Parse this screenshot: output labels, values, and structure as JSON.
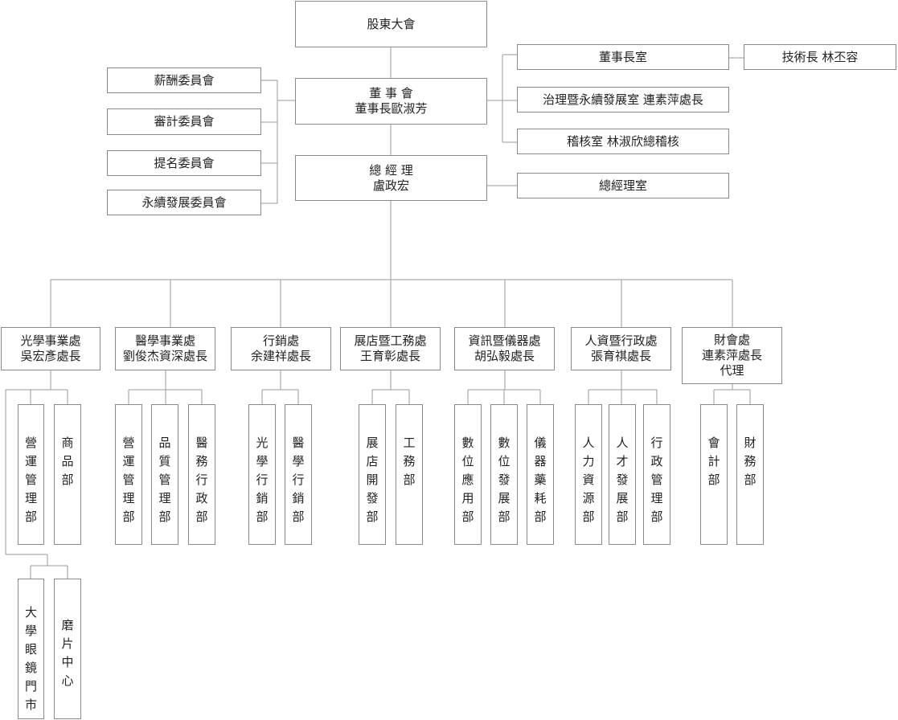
{
  "top": {
    "shareholders": "股東大會"
  },
  "board": {
    "line1": "董 事 會",
    "line2": "董事長歐淑芳"
  },
  "committees": [
    "薪酬委員會",
    "審計委員會",
    "提名委員會",
    "永續發展委員會"
  ],
  "board_offices": {
    "chairman_office": "董事長室",
    "cto": "技術長 林丕容",
    "governance": "治理暨永續發展室 連素萍處長",
    "audit": "稽核室 林淑欣總稽核"
  },
  "gm": {
    "line1": "總 經 理",
    "line2": "盧政宏"
  },
  "gm_office": "總經理室",
  "divisions": [
    {
      "name": "光學事業處",
      "head": "吳宏彥處長",
      "head2": "",
      "depts": [
        "營運管理部",
        "商品部"
      ]
    },
    {
      "name": "醫學事業處",
      "head": "劉俊杰資深處長",
      "head2": "",
      "depts": [
        "營運管理部",
        "品質管理部",
        "醫務行政部"
      ]
    },
    {
      "name": "行銷處",
      "head": "余建祥處長",
      "head2": "",
      "depts": [
        "光學行銷部",
        "醫學行銷部"
      ]
    },
    {
      "name": "展店暨工務處",
      "head": "王育彰處長",
      "head2": "",
      "depts": [
        "展店開發部",
        "工務部"
      ]
    },
    {
      "name": "資訊暨儀器處",
      "head": "胡弘毅處長",
      "head2": "",
      "depts": [
        "數位應用部",
        "數位發展部",
        "儀器藥耗部"
      ]
    },
    {
      "name": "人資暨行政處",
      "head": "張育祺處長",
      "head2": "",
      "depts": [
        "人力資源部",
        "人才發展部",
        "行政管理部"
      ]
    },
    {
      "name": "財會處",
      "head": "連素萍處長",
      "head2": "代理",
      "depts": [
        "會計部",
        "財務部"
      ]
    }
  ],
  "sub_units": [
    "大學眼鏡門市",
    "磨片中心"
  ]
}
